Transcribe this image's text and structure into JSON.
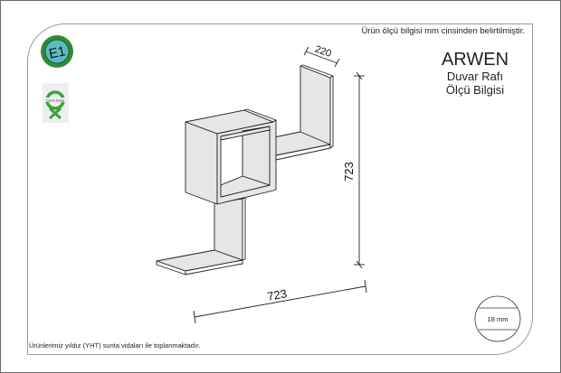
{
  "header_note": "Ürün ölçü bilgisi mm cinsinden belirtilmiştir.",
  "product": {
    "name": "ARWEN",
    "type": "Duvar Rafı",
    "subtitle": "Ölçü Bilgisi"
  },
  "badges": {
    "e1_label": "E1",
    "eco_label": "Çevre Dostu"
  },
  "dimensions": {
    "depth": "220",
    "height": "723",
    "width": "723"
  },
  "thickness": "18 mm",
  "footer_note": "Ürünlerimiz yıldız (YHT) sunta vidaları ile toplanmaktadır.",
  "colors": {
    "panel_fill": "#e6e6e6",
    "e1_ring": "#2e8b3a",
    "e1_fill": "#5bbcc4",
    "eco_green": "#3aa43a"
  }
}
